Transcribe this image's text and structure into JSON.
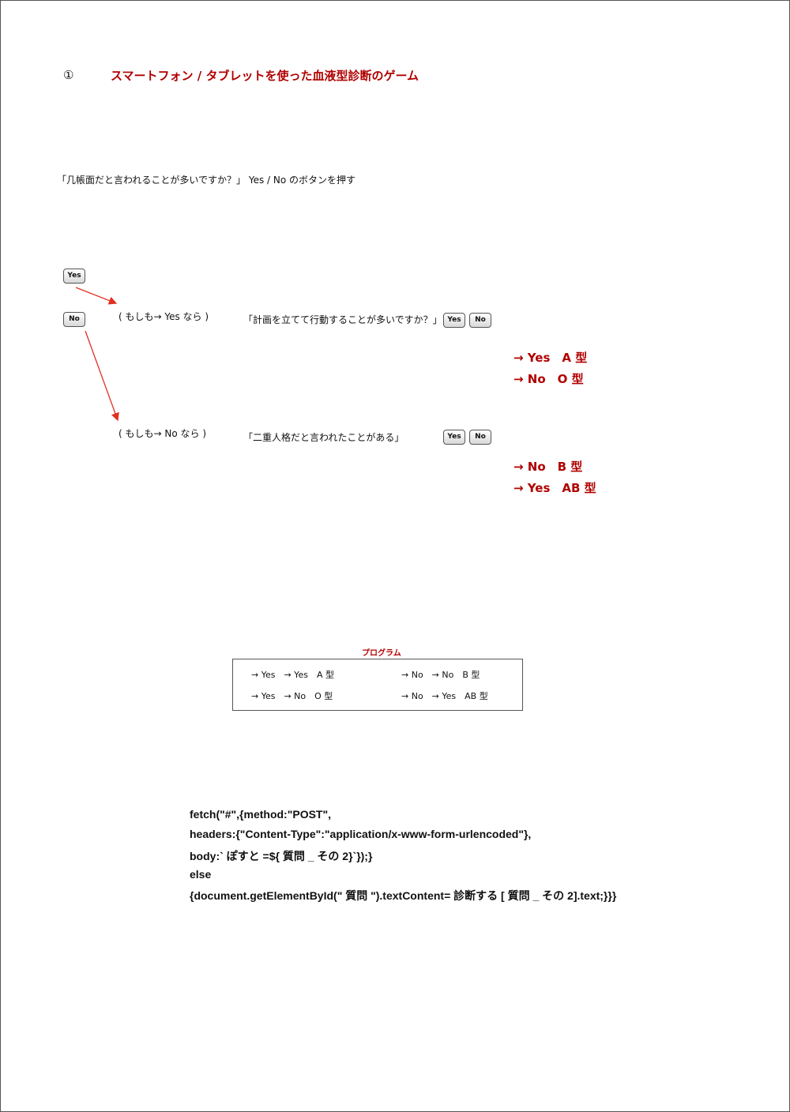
{
  "heading": {
    "number": "①",
    "title": "スマートフォン / タブレットを使った血液型診断のゲーム"
  },
  "intro": "「几帳面だと言われることが多いですか？」  Yes / No のボタンを押す",
  "buttons": {
    "yes": "Yes",
    "no": "No"
  },
  "branch_yes": {
    "condition": "( もしも→ Yes なら )",
    "question": "「計画を立てて行動することが多いですか？」",
    "results": [
      "→ Yes　A 型",
      "→ No　O 型"
    ]
  },
  "branch_no": {
    "condition": "( もしも→ No なら )",
    "question": "「二重人格だと言われたことがある」",
    "results": [
      "→  No　B 型",
      "→ Yes　AB 型"
    ]
  },
  "program": {
    "title": "プログラム",
    "rows": [
      [
        "→ Yes　→ Yes　A 型",
        "→ No　→ No　B 型"
      ],
      [
        "→ Yes　→ No　O 型",
        "→ No　→ Yes　AB 型"
      ]
    ]
  },
  "code": [
    "fetch(\"#\",{method:\"POST\",",
    "headers:{\"Content-Type\":\"application/x-www-form-urlencoded\"},",
    "body:` ぽすと =${ 質問 _ その 2}`});}",
    "else",
    "{document.getElementById(\" 質問 \").textContent= 診断する [ 質問 _ その 2].text;}}}"
  ],
  "colors": {
    "accent": "#b00000",
    "arrow": "#e03020"
  }
}
